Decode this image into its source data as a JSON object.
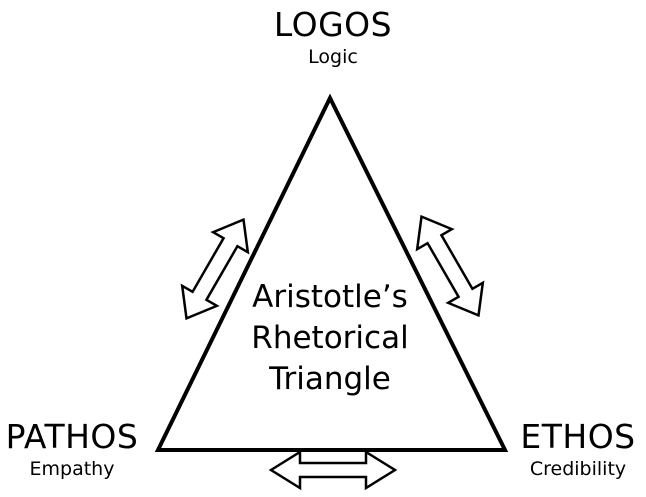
{
  "logos": {
    "title": "LOGOS",
    "subtitle": "Logic"
  },
  "pathos": {
    "title": "PATHOS",
    "subtitle": "Empathy"
  },
  "ethos": {
    "title": "ETHOS",
    "subtitle": "Credibility"
  },
  "center": {
    "line1": "Aristotle’s",
    "line2": "Rhetorical",
    "line3": "Triangle"
  },
  "colors": {
    "stroke": "#000000",
    "background": "#ffffff",
    "arrow_fill": "#ffffff"
  },
  "icons": {
    "left_arrow": "double-headed-arrow-icon",
    "right_arrow": "double-headed-arrow-icon",
    "bottom_arrow": "double-headed-arrow-icon"
  }
}
